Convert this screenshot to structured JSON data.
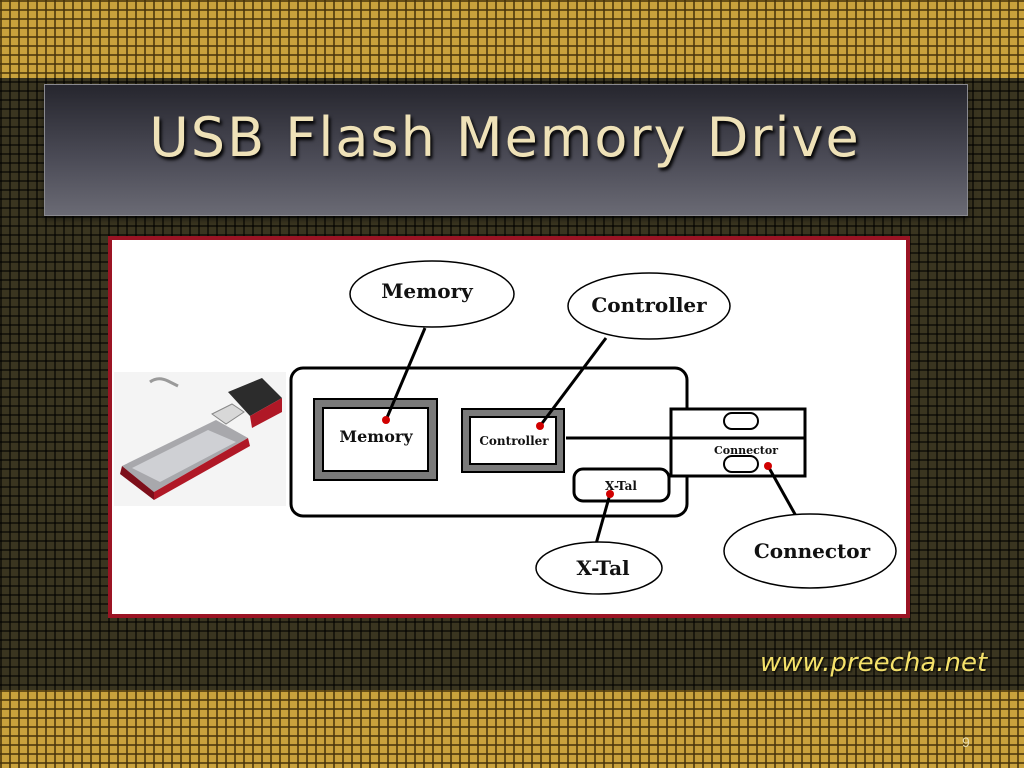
{
  "slide": {
    "title": "USB Flash Memory Drive",
    "footer_url": "www.preecha.net",
    "page_number": "9"
  },
  "diagram": {
    "callouts": {
      "memory": "Memory",
      "controller": "Controller",
      "xtal": "X-Tal",
      "connector": "Connector"
    },
    "blocks": {
      "memory": "Memory",
      "controller": "Controller",
      "xtal": "X-Tal",
      "connector": "Connector"
    }
  },
  "colors": {
    "accent_red": "#9b1424",
    "title_text": "#efe2b8",
    "url_text": "#f4e16a",
    "marker_red": "#d10000"
  },
  "photo": {
    "subject": "usb-flash-drive-photo"
  }
}
